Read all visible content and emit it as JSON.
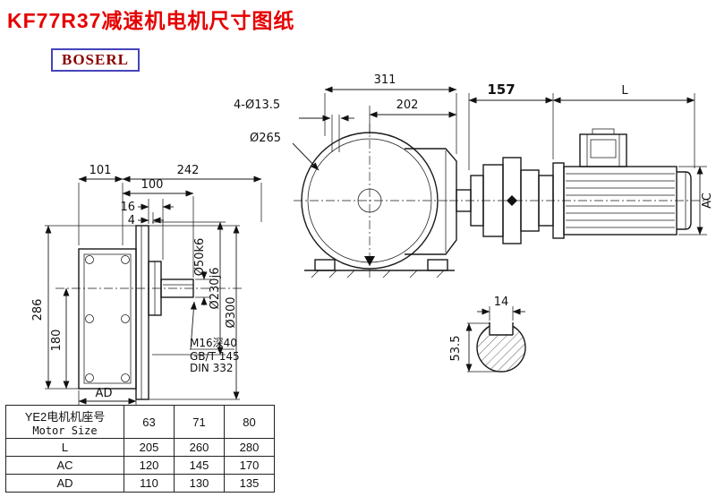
{
  "header": {
    "title": "KF77R37减速机电机尺寸图纸",
    "brand": "BOSERL"
  },
  "front_view": {
    "width": "311",
    "depth": "202",
    "bolt_holes": "4-Ø13.5",
    "flange_dia": "Ø265"
  },
  "motor_view": {
    "adapter_len": "157",
    "motor_len": "L",
    "motor_dia": "AC"
  },
  "side_view": {
    "d101": "101",
    "d242": "242",
    "d100": "100",
    "d16": "16",
    "d4": "4",
    "d286": "286",
    "d180": "180",
    "shaft_dia": "Ø50k6",
    "spigot_dia": "Ø230j6",
    "flange_od": "Ø300",
    "ad": "AD",
    "note1": "M16深40",
    "note2": "GB/T 145",
    "note3": "DIN 332"
  },
  "shaft_section": {
    "key_width": "14",
    "key_depth": "53.5"
  },
  "table": {
    "size_label_cn": "YE2电机机座号",
    "size_label_en": "Motor Size",
    "sizes": [
      "63",
      "71",
      "80"
    ],
    "rows": [
      {
        "label": "L",
        "values": [
          "205",
          "260",
          "280"
        ]
      },
      {
        "label": "AC",
        "values": [
          "120",
          "145",
          "170"
        ]
      },
      {
        "label": "AD",
        "values": [
          "110",
          "130",
          "135"
        ]
      }
    ]
  }
}
